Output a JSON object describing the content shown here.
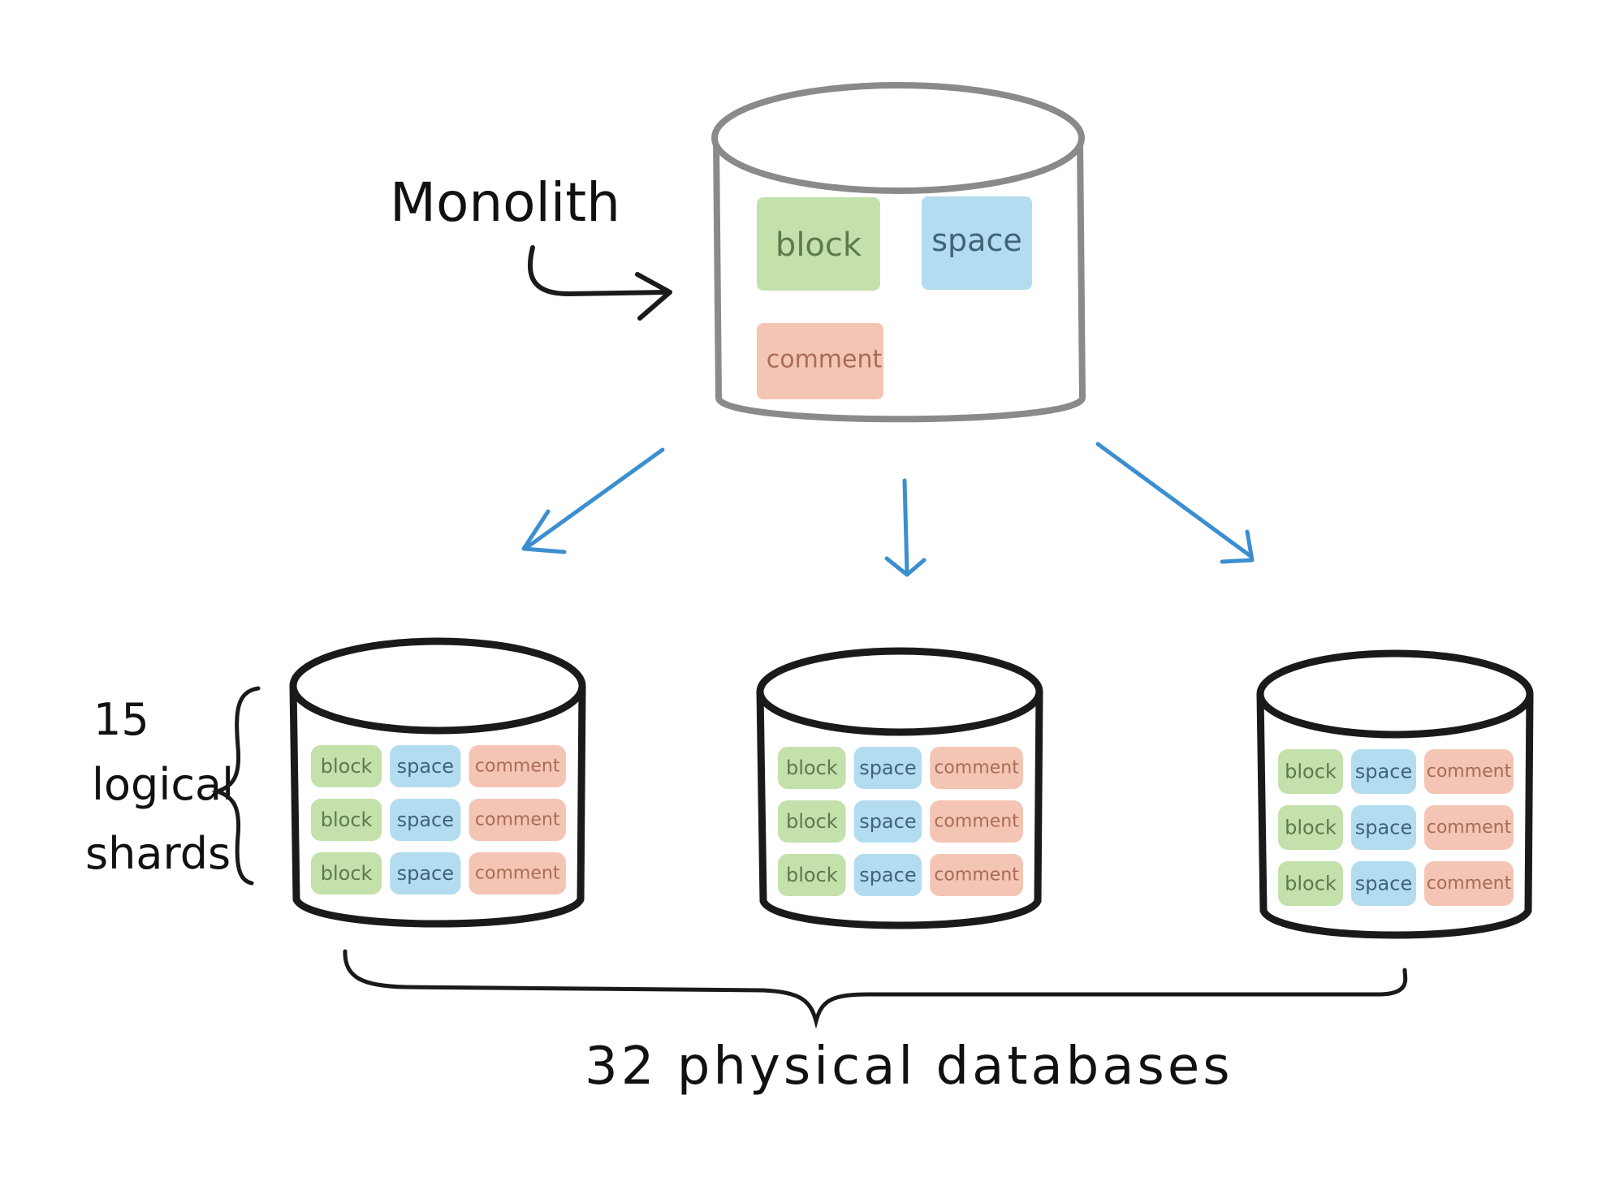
{
  "colors": {
    "block_fill": "#c4e0ab",
    "block_text": "#5c7a4b",
    "space_fill": "#b3dcf1",
    "space_text": "#3f6478",
    "comment_fill": "#f4c5b4",
    "comment_text": "#a96c56",
    "arrow_blue": "#3b8fd0",
    "ink": "#1a1a1a",
    "monolith_outline": "#8a8a8a"
  },
  "monolith": {
    "label": "Monolith",
    "tables": [
      "block",
      "space",
      "comment"
    ]
  },
  "shards_label": {
    "count": "15",
    "word1": "logical",
    "word2": "shards"
  },
  "databases": [
    {
      "rows": [
        [
          "block",
          "space",
          "comment"
        ],
        [
          "block",
          "space",
          "comment"
        ],
        [
          "block",
          "space",
          "comment"
        ]
      ]
    },
    {
      "rows": [
        [
          "block",
          "space",
          "comment"
        ],
        [
          "block",
          "space",
          "comment"
        ],
        [
          "block",
          "space",
          "comment"
        ]
      ]
    },
    {
      "rows": [
        [
          "block",
          "space",
          "comment"
        ],
        [
          "block",
          "space",
          "comment"
        ],
        [
          "block",
          "space",
          "comment"
        ]
      ]
    }
  ],
  "bottom_label": "32  physical  databases"
}
